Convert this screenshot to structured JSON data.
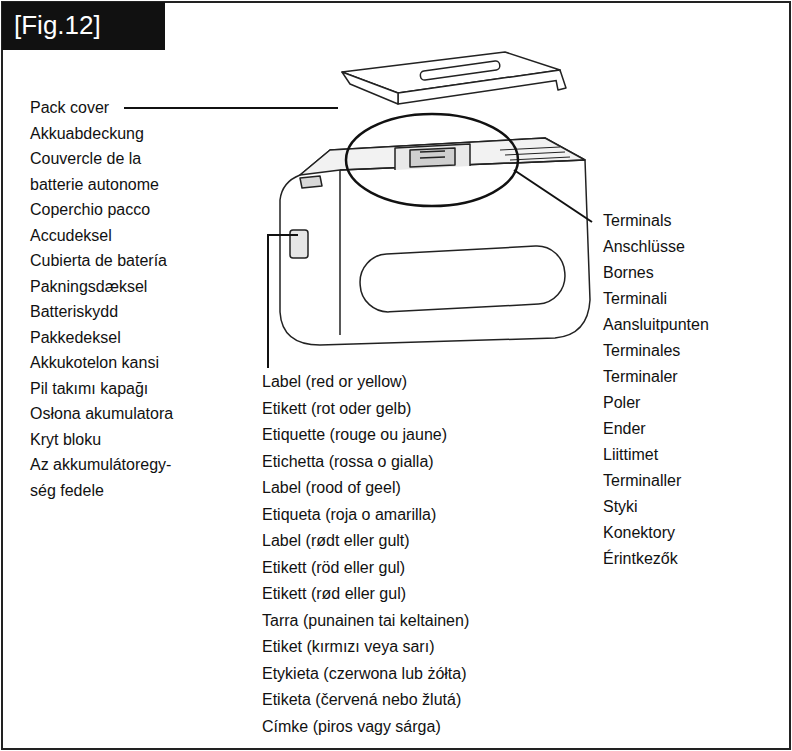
{
  "diagram": {
    "title": "[Fig.12]",
    "labels": [
      "Pack cover",
      "Akkuabdeckung",
      "Couvercle de la batterie autonome",
      "Coperchio pacco",
      "Accudeksel",
      "Cubierta de batería",
      "Pakningsdæksel",
      "Batteriskydd",
      "Pakkedeksel",
      "Akkukotelon kansi",
      "Pil takımı kapağı",
      "Osłona akumulatora",
      "Kryt bloku",
      "Az akkumulátoregy- ség fedele",
      "Terminals",
      "Anschlüsse",
      "Bornes",
      "Terminali",
      "Aansluitpunten",
      "Terminales",
      "Terminaler",
      "Poler",
      "Ender",
      "Liittimet",
      "Terminaller",
      "Styki",
      "Konektory",
      "Érintkezők",
      "Label (red or yellow)",
      "Etikett (rot oder gelb)",
      "Etiquette (rouge ou jaune)",
      "Etichetta (rossa o gialla)",
      "Label (rood of geel)",
      "Etiqueta (roja o amarilla)",
      "Label (rødt eller gult)",
      "Etikett (röd eller gul)",
      "Etikett (rød eller gul)",
      "Tarra (punainen tai keltainen)",
      "Etiket (kırmızı veya sarı)",
      "Etykieta (czerwona lub żółta)",
      "Etiketa (červená nebo žlutá)",
      "Címke (piros vagy sárga)"
    ]
  }
}
